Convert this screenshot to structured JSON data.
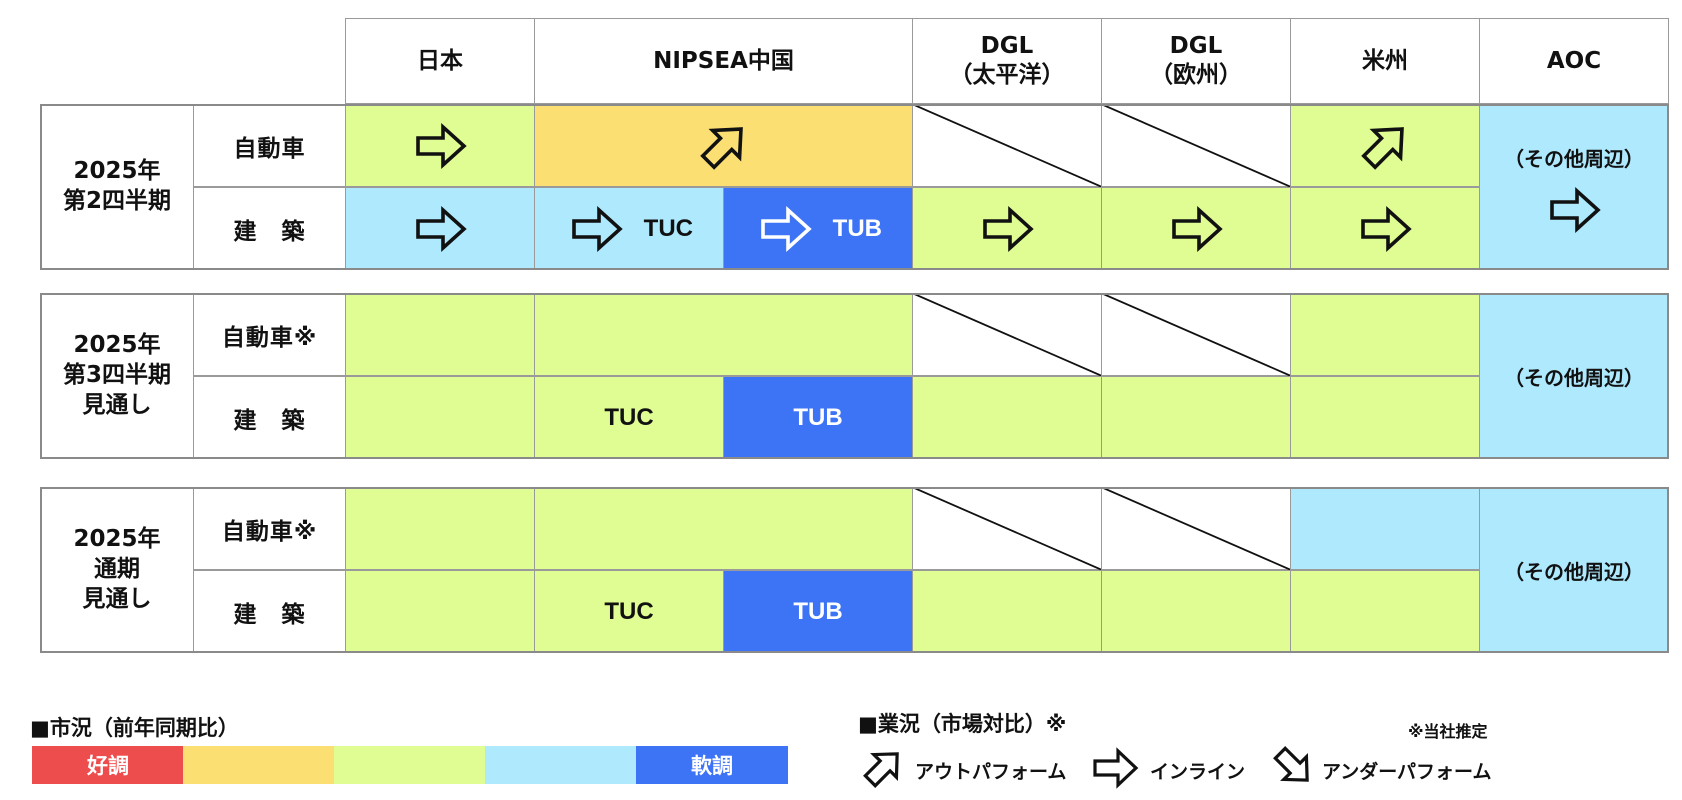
{
  "colors": {
    "strong_good": "#ee4d4d",
    "good": "#fbdf73",
    "normal": "#e0fd93",
    "weak": "#aee9fe",
    "strong_weak": "#3d73f5",
    "white": "#ffffff"
  },
  "columns": {
    "japan": "日本",
    "nipsea_china": "NIPSEA中国",
    "dgl_pacific_line1": "DGL",
    "dgl_pacific_line2": "（太平洋）",
    "dgl_europe_line1": "DGL",
    "dgl_europe_line2": "（欧州）",
    "americas": "米州",
    "aoc": "AOC"
  },
  "segments": {
    "auto": "自動車",
    "auto_note": "自動車※",
    "construction": "建　築"
  },
  "tags": {
    "tuc": "TUC",
    "tub": "TUB",
    "aoc_other": "（その他周辺）"
  },
  "periods": [
    {
      "label_lines": [
        "2025年",
        "第2四半期"
      ],
      "auto": {
        "japan": {
          "status": "normal",
          "trend": "inline"
        },
        "nipsea_china": {
          "status": "good",
          "trend": "outperform"
        },
        "dgl_pacific": {
          "status": "none"
        },
        "dgl_europe": {
          "status": "none"
        },
        "americas": {
          "status": "normal",
          "trend": "outperform"
        }
      },
      "construction": {
        "japan": {
          "status": "weak",
          "trend": "inline"
        },
        "tuc": {
          "status": "weak",
          "trend": "inline"
        },
        "tub": {
          "status": "strong_weak",
          "trend": "inline"
        },
        "dgl_pacific": {
          "status": "normal",
          "trend": "inline"
        },
        "dgl_europe": {
          "status": "normal",
          "trend": "inline"
        },
        "americas": {
          "status": "normal",
          "trend": "inline"
        }
      },
      "aoc": {
        "status": "weak",
        "trend": "inline"
      }
    },
    {
      "label_lines": [
        "2025年",
        "第3四半期",
        "見通し"
      ],
      "auto": {
        "japan": {
          "status": "normal"
        },
        "nipsea_china": {
          "status": "normal"
        },
        "dgl_pacific": {
          "status": "none"
        },
        "dgl_europe": {
          "status": "none"
        },
        "americas": {
          "status": "normal"
        }
      },
      "construction": {
        "japan": {
          "status": "normal"
        },
        "tuc": {
          "status": "normal"
        },
        "tub": {
          "status": "strong_weak"
        },
        "dgl_pacific": {
          "status": "normal"
        },
        "dgl_europe": {
          "status": "normal"
        },
        "americas": {
          "status": "normal"
        }
      },
      "aoc": {
        "status": "weak"
      }
    },
    {
      "label_lines": [
        "2025年",
        "通期",
        "見通し"
      ],
      "auto": {
        "japan": {
          "status": "normal"
        },
        "nipsea_china": {
          "status": "normal"
        },
        "dgl_pacific": {
          "status": "none"
        },
        "dgl_europe": {
          "status": "none"
        },
        "americas": {
          "status": "weak"
        }
      },
      "construction": {
        "japan": {
          "status": "normal"
        },
        "tuc": {
          "status": "normal"
        },
        "tub": {
          "status": "strong_weak"
        },
        "dgl_pacific": {
          "status": "normal"
        },
        "dgl_europe": {
          "status": "normal"
        },
        "americas": {
          "status": "normal"
        }
      },
      "aoc": {
        "status": "weak"
      }
    }
  ],
  "legend": {
    "market_title": "■市況（前年同期比）",
    "market_scale": [
      {
        "label": "好調",
        "color": "strong_good"
      },
      {
        "label": "",
        "color": "good"
      },
      {
        "label": "",
        "color": "normal"
      },
      {
        "label": "",
        "color": "weak"
      },
      {
        "label": "軟調",
        "color": "strong_weak"
      }
    ],
    "business_title": "■業況（市場対比）※",
    "business_note": "※当社推定",
    "business_items": [
      {
        "label": "アウトパフォーム",
        "icon": "outperform-arrow-icon"
      },
      {
        "label": "インライン",
        "icon": "inline-arrow-icon"
      },
      {
        "label": "アンダーパフォーム",
        "icon": "underperform-arrow-icon"
      }
    ]
  }
}
